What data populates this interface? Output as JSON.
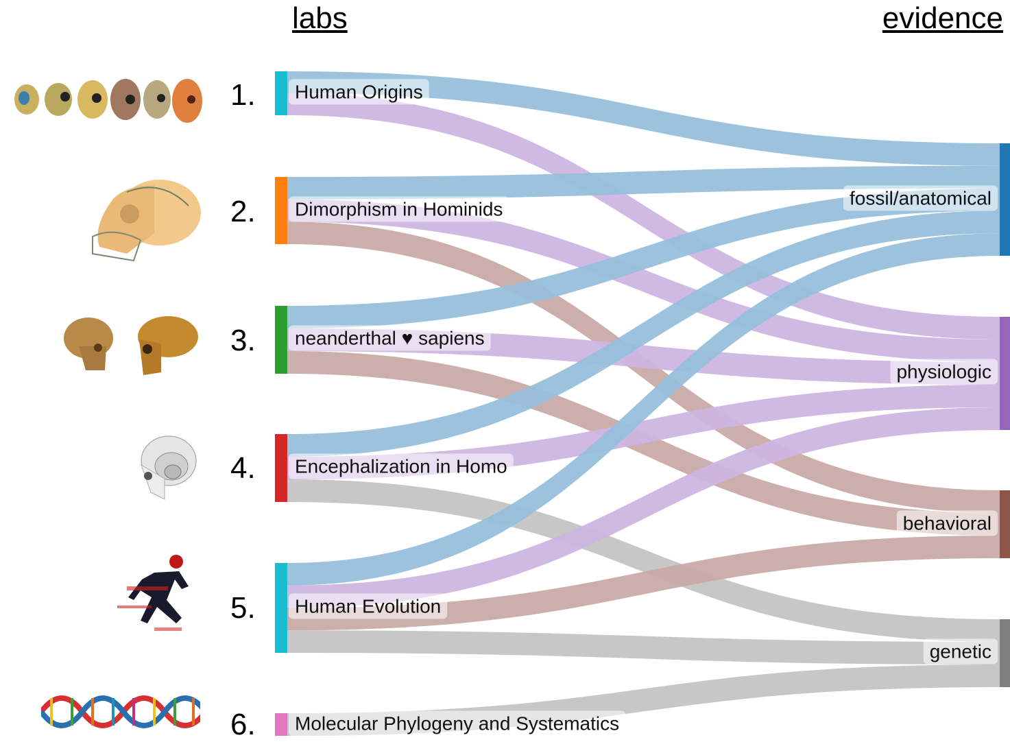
{
  "column_titles": {
    "labs": "labs",
    "evidence": "evidence"
  },
  "labs": [
    {
      "number": "1.",
      "name": "Human Origins",
      "color": "#17becf",
      "icon": "hominid-skull-series-icon"
    },
    {
      "number": "2.",
      "name": "Dimorphism in Hominids",
      "color": "#ff7f0e",
      "icon": "ape-skull-icon"
    },
    {
      "number": "3.",
      "name": "neanderthal ♥ sapiens",
      "color": "#2ca02c",
      "icon": "two-skulls-icon"
    },
    {
      "number": "4.",
      "name": "Encephalization in Homo",
      "color": "#d62728",
      "icon": "brain-skull-icon"
    },
    {
      "number": "5.",
      "name": "Human Evolution",
      "color": "#17becf",
      "icon": "running-figure-icon"
    },
    {
      "number": "6.",
      "name": "Molecular Phylogeny and Systematics",
      "color": "#e377c2",
      "icon": "dna-helix-icon"
    }
  ],
  "evidence": [
    {
      "name": "fossil/anatomical",
      "color": "#1f77b4"
    },
    {
      "name": "physiologic",
      "color": "#9467bd"
    },
    {
      "name": "behavioral",
      "color": "#8c564b"
    },
    {
      "name": "genetic",
      "color": "#7f7f7f"
    }
  ],
  "links": [
    {
      "source": 0,
      "target": 0,
      "value": 1,
      "color": "#97bfdc"
    },
    {
      "source": 0,
      "target": 1,
      "value": 1,
      "color": "#cdb5e2"
    },
    {
      "source": 1,
      "target": 0,
      "value": 1,
      "color": "#97bfdc"
    },
    {
      "source": 1,
      "target": 1,
      "value": 1,
      "color": "#cdb5e2"
    },
    {
      "source": 1,
      "target": 2,
      "value": 1,
      "color": "#c9aba5"
    },
    {
      "source": 2,
      "target": 0,
      "value": 1,
      "color": "#97bfdc"
    },
    {
      "source": 2,
      "target": 1,
      "value": 1,
      "color": "#cdb5e2"
    },
    {
      "source": 2,
      "target": 2,
      "value": 1,
      "color": "#c9aba5"
    },
    {
      "source": 3,
      "target": 0,
      "value": 1,
      "color": "#97bfdc"
    },
    {
      "source": 3,
      "target": 1,
      "value": 1,
      "color": "#cdb5e2"
    },
    {
      "source": 3,
      "target": 3,
      "value": 1,
      "color": "#c4c4c4"
    },
    {
      "source": 4,
      "target": 0,
      "value": 1,
      "color": "#97bfdc"
    },
    {
      "source": 4,
      "target": 1,
      "value": 1,
      "color": "#cdb5e2"
    },
    {
      "source": 4,
      "target": 2,
      "value": 1,
      "color": "#c9aba5"
    },
    {
      "source": 4,
      "target": 3,
      "value": 1,
      "color": "#c4c4c4"
    },
    {
      "source": 5,
      "target": 3,
      "value": 1,
      "color": "#c4c4c4"
    }
  ]
}
